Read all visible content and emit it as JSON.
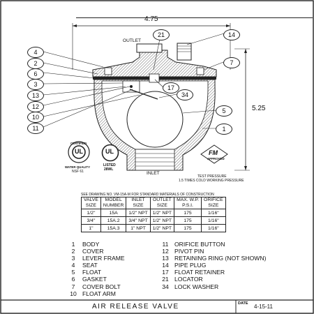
{
  "dimensions": {
    "width": "4.75",
    "height": "5.25"
  },
  "labels": {
    "outlet": "OUTLET",
    "inlet": "INLET",
    "test_pressure": "TEST PRESSURE",
    "test_pressure_detail": "1.5 TIMES COLD WORKING PRESSURE",
    "see_drawing": "SEE DRAWING NO. VM-15A-M FOR STANDARD MATERIALS OF CONSTRUCTION"
  },
  "callouts": [
    "21",
    "14",
    "4",
    "2",
    "6",
    "3",
    "13",
    "12",
    "10",
    "11",
    "7",
    "17",
    "34",
    "5",
    "1"
  ],
  "certifications": {
    "ul_top": "CERTIFIED",
    "ul_mark": "UL",
    "ul_bottom": "WATER QUALITY",
    "nsf": "NSF 61",
    "ul2_mark": "UL",
    "ul2_listed": "LISTED",
    "ul2_code": "28WL",
    "fm_mark": "FM",
    "fm_sub": "APPROVED"
  },
  "table": {
    "headers": [
      [
        "VALVE",
        "SIZE"
      ],
      [
        "MODEL",
        "NUMBER"
      ],
      [
        "INLET",
        "SIZE"
      ],
      [
        "OUTLET",
        "SIZE"
      ],
      [
        "MAX. W.P.",
        "P.S.I."
      ],
      [
        "ORIFICE",
        "SIZE"
      ]
    ],
    "rows": [
      [
        "1/2\"",
        "15A",
        "1/2\" NPT",
        "1/2\" NPT",
        "175",
        "1/16\""
      ],
      [
        "3/4\"",
        "15A.2",
        "3/4\" NPT",
        "1/2\" NPT",
        "175",
        "1/16\""
      ],
      [
        "1\"",
        "15A.3",
        "1\" NPT",
        "1/2\" NPT",
        "175",
        "1/16\""
      ]
    ]
  },
  "parts_left": [
    {
      "no": "1",
      "name": "BODY"
    },
    {
      "no": "2",
      "name": "COVER"
    },
    {
      "no": "3",
      "name": "LEVER FRAME"
    },
    {
      "no": "4",
      "name": "SEAT"
    },
    {
      "no": "5",
      "name": "FLOAT"
    },
    {
      "no": "6",
      "name": "GASKET"
    },
    {
      "no": "7",
      "name": "COVER BOLT"
    },
    {
      "no": "10",
      "name": "FLOAT ARM"
    }
  ],
  "parts_right": [
    {
      "no": "11",
      "name": "ORIFICE BUTTON"
    },
    {
      "no": "12",
      "name": "PIVOT PIN"
    },
    {
      "no": "13",
      "name": "RETAINING RING  (NOT SHOWN)"
    },
    {
      "no": "14",
      "name": "PIPE PLUG"
    },
    {
      "no": "17",
      "name": "FLOAT RETAINER"
    },
    {
      "no": "21",
      "name": "LOCATOR"
    },
    {
      "no": "34",
      "name": "LOCK WASHER"
    }
  ],
  "title_block": {
    "title": "AIR RELEASE VALVE",
    "date_label": "DATE",
    "date": "4-15-11"
  }
}
